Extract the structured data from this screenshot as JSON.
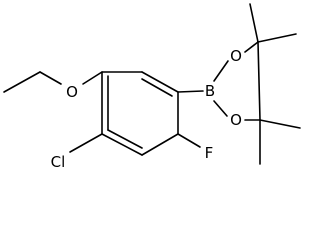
{
  "molecule": {
    "atoms": {
      "oxygen_ether": "O",
      "chlorine": "Cl",
      "fluorine": "F",
      "boron": "B",
      "oxygen_ring_top": "O",
      "oxygen_ring_bottom": "O"
    }
  }
}
